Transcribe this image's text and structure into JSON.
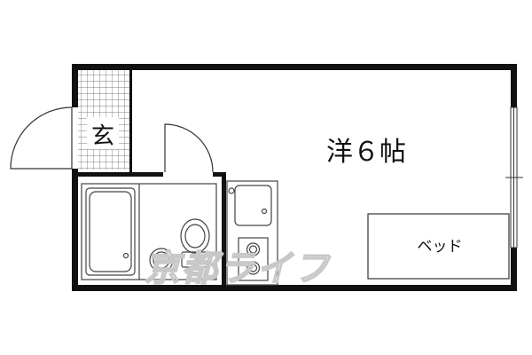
{
  "rooms": {
    "entrance": "玄",
    "western_room": "洋６帖"
  },
  "furniture": {
    "bed": "ベッド"
  },
  "watermark": "京都ライフ",
  "colors": {
    "wall": "#111111",
    "line": "#333333",
    "tile": "#555555",
    "fixture": "#444444",
    "watermark": "#c8c8c8"
  }
}
